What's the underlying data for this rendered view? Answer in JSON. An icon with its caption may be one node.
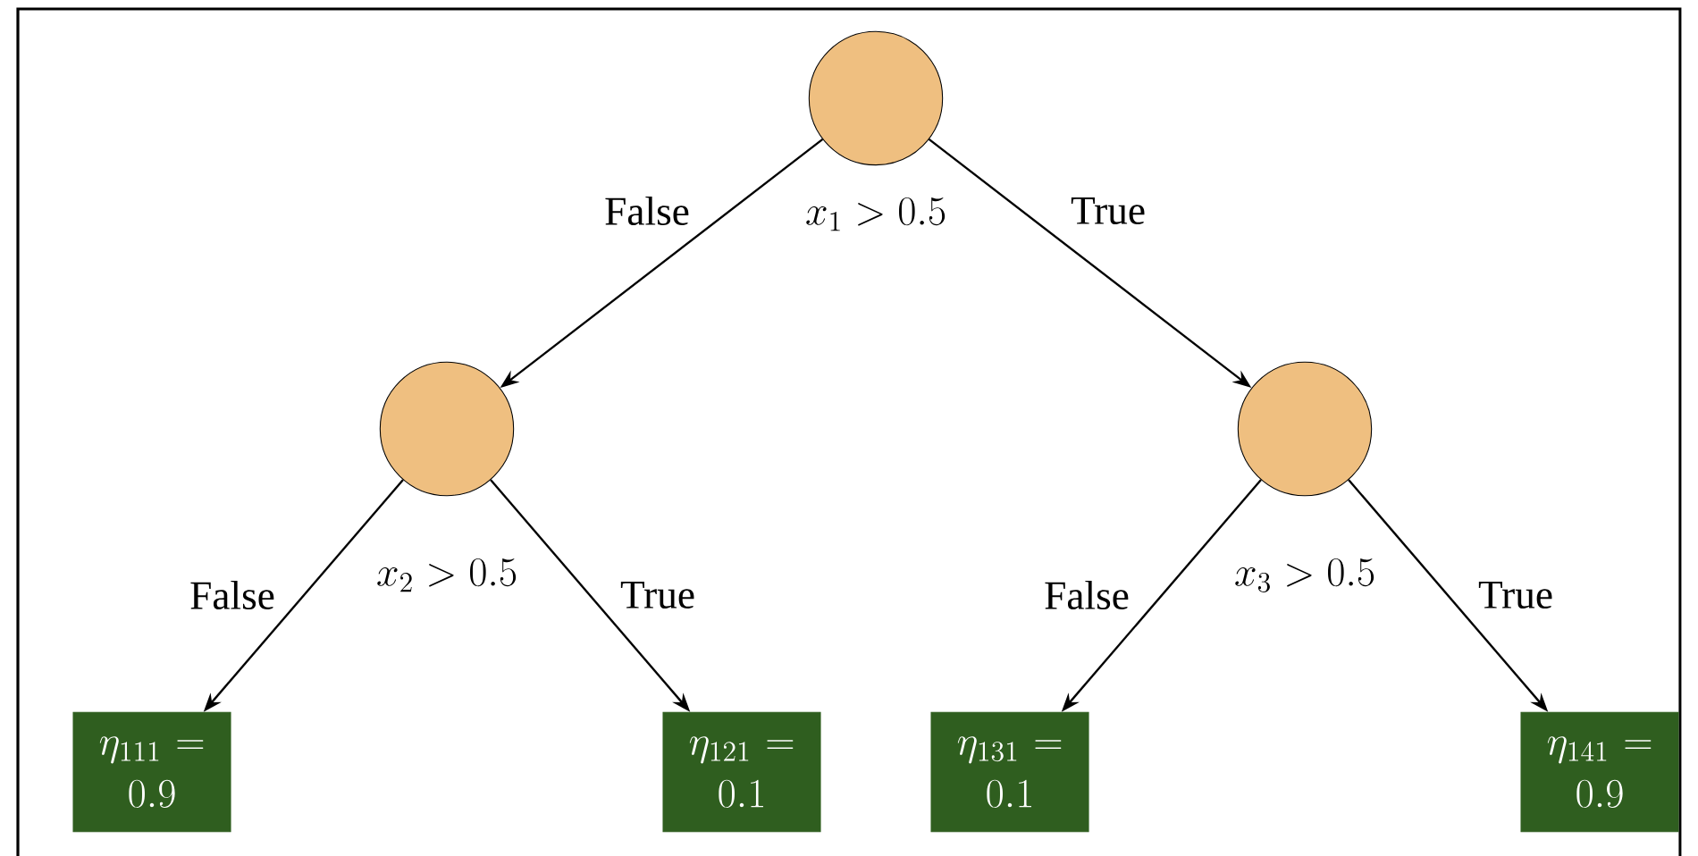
{
  "diagram": {
    "nodes": [
      {
        "text": [],
        "shape": "circle",
        "beside": [
          "x_1 > 0.5"
        ]
      },
      {
        "text": [],
        "shape": "circle",
        "beside": [
          "x_2 > 0.5"
        ]
      },
      {
        "text": [],
        "shape": "circle",
        "beside": [
          "x_3 > 0.5"
        ]
      },
      {
        "text": [
          "\\eta_{111} = 0.9"
        ]
      },
      {
        "text": [
          "\\eta_{121} = 0.1"
        ]
      },
      {
        "text": [
          "\\eta_{131} = 0.1"
        ]
      },
      {
        "text": [
          "\\eta_{141} = 0.9"
        ]
      }
    ],
    "edges": [
      {
        "from": 0,
        "to": 1,
        "arrow": "to",
        "label": "False"
      },
      {
        "from": 0,
        "to": 2,
        "arrow": "to",
        "label": "True"
      },
      {
        "from": 1,
        "to": 3,
        "arrow": "to",
        "label": "False"
      },
      {
        "from": 1,
        "to": 4,
        "arrow": "to",
        "label": "True"
      },
      {
        "from": 2,
        "to": 5,
        "arrow": "to",
        "label": "False"
      },
      {
        "from": 2,
        "to": 6,
        "arrow": "to",
        "label": "True"
      }
    ]
  }
}
